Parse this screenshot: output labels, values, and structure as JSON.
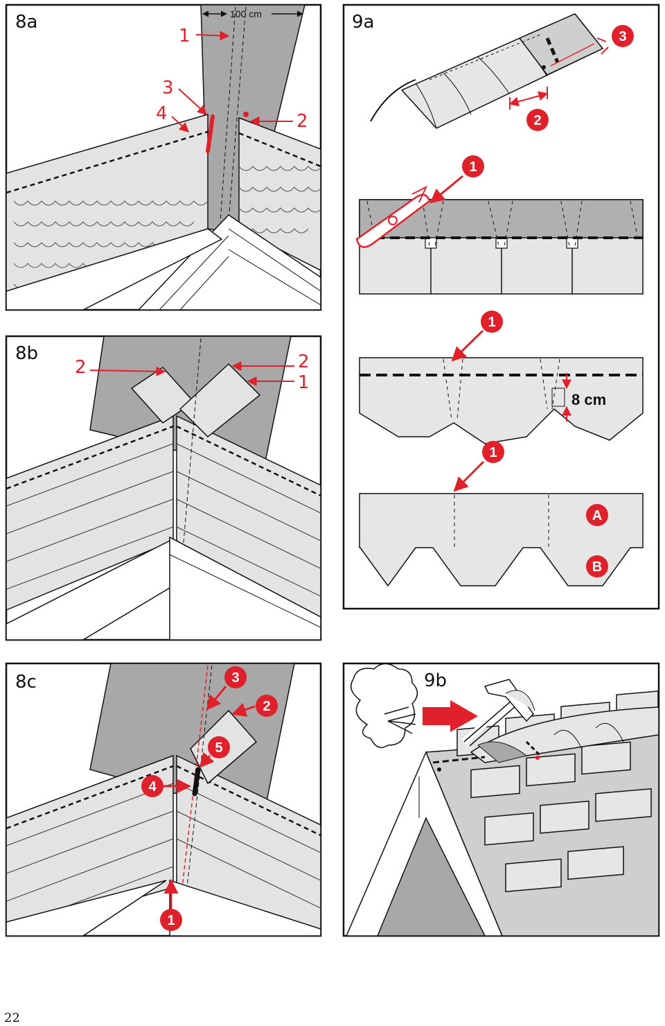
{
  "page_number": "22",
  "panels": {
    "p8a": {
      "label": "8a",
      "callouts": [
        "1",
        "2",
        "3",
        "4"
      ],
      "dimension": "100 cm"
    },
    "p8b": {
      "label": "8b",
      "callouts": [
        "2",
        "2",
        "1"
      ]
    },
    "p8c": {
      "label": "8c",
      "callouts": [
        "1",
        "2",
        "3",
        "4",
        "5"
      ]
    },
    "p9a": {
      "label": "9a",
      "callouts": [
        "1",
        "1",
        "1",
        "2",
        "3"
      ],
      "dimension": "8 cm",
      "variants": [
        "A",
        "B"
      ]
    },
    "p9b": {
      "label": "9b"
    }
  },
  "colors": {
    "accent_red": "#e0202a",
    "shingle_light": "#e6e6e6",
    "membrane_gray": "#a8a8a8",
    "line": "#111111"
  },
  "icons": [
    "hammer-icon",
    "utility-knife-icon",
    "wind-cloud-icon",
    "direction-arrow-icon"
  ]
}
